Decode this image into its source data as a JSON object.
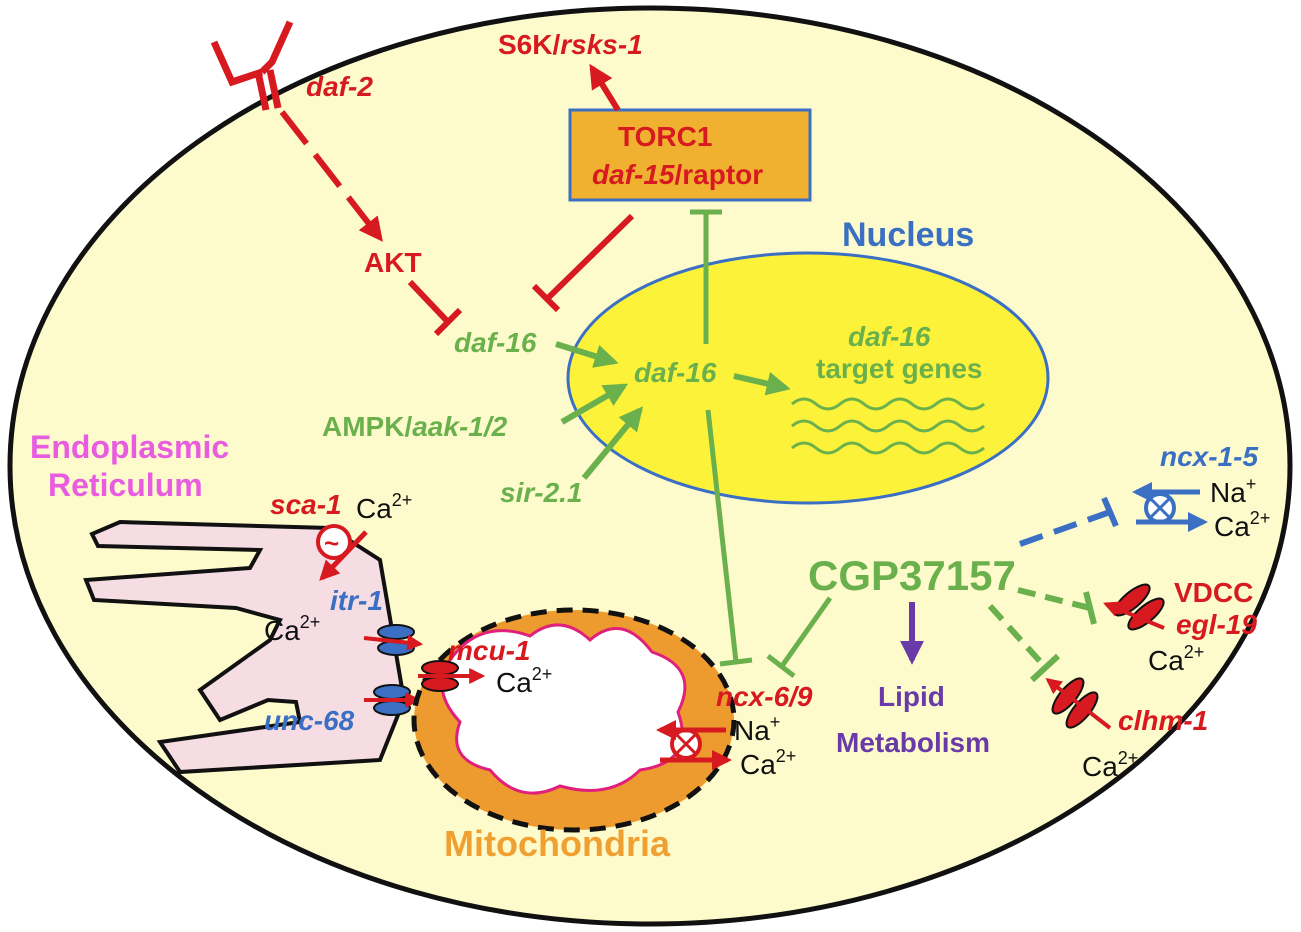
{
  "labels": {
    "daf2": "daf-2",
    "akt": "AKT",
    "s6k": "S6K/",
    "rsks1": "rsks-1",
    "torc1": "TORC1",
    "daf15": "daf-15",
    "raptor": "/raptor",
    "nucleus": "Nucleus",
    "daf16_cyto": "daf-16",
    "daf16_nuc": "daf-16",
    "daf16_target_a": "daf-16",
    "daf16_target_b": "target genes",
    "ampk": "AMPK/",
    "aak": "aak-1/2",
    "sir21": "sir-2.1",
    "er_line1": "Endoplasmic",
    "er_line2": "Reticulum",
    "sca1": "sca-1",
    "itr1": "itr-1",
    "unc68": "unc-68",
    "mcu1": "mcu-1",
    "ncx69": "ncx-6/9",
    "cgp": "CGP37157",
    "lipid1": "Lipid",
    "lipid2": "Metabolism",
    "ncx15": "ncx-1-5",
    "vdcc": "VDCC",
    "egl19": "egl-19",
    "clhm1": "clhm-1",
    "mito": "Mitochondria",
    "ca": "Ca",
    "na": "Na",
    "ca_charge": "2+",
    "na_charge": "+"
  },
  "colors": {
    "red": "#d71920",
    "green": "#6ab04c",
    "blue": "#3a6fc4",
    "cell_fill": "#fdfbcc",
    "nucleus_fill": "#fdf23a",
    "mito_fill": "#ed9b2e",
    "er_fill": "#f6dde4",
    "torc_fill": "#f0b030"
  }
}
